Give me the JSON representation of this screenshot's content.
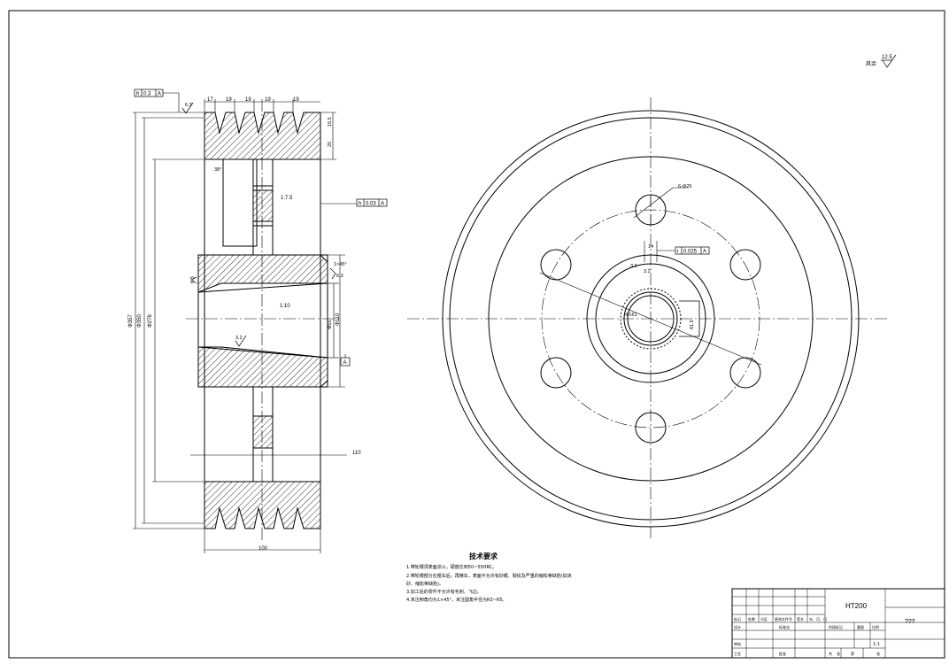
{
  "dimensions": {
    "d357": "Φ357",
    "d350": "Φ350",
    "d276": "Φ276",
    "d110": "Φ110",
    "d55": "Φ55",
    "w100": "100",
    "w110": "110",
    "pitch": [
      "17",
      "19",
      "19",
      "19",
      "19"
    ],
    "groove_depth": "15.5",
    "rim": "25",
    "angle": "38°",
    "taper_web": "1:7.5",
    "taper_bore": "1:10",
    "chamfer": "1×45°",
    "holes": "6-Φ25",
    "pcd": "Φ161",
    "keyway": "61.5",
    "keyway_width": "14"
  },
  "tolerances": {
    "runout_top": [
      "h",
      "0.3",
      "A"
    ],
    "runout_mid": [
      "h",
      "0.03",
      "A"
    ],
    "runout_right": [
      "i",
      "0.025",
      "A"
    ],
    "datum": "A"
  },
  "roughness": {
    "r63": "6.3",
    "r32": "3.2",
    "r125": "12.5",
    "other_label": "其余"
  },
  "tech": {
    "title": "技术要求",
    "items": [
      "1.带轮槽须表面淬火，硬度达到50~55HRC。",
      "2.带轮槽部分在粗车后，再精车，表面不允许有砂眼、裂纹及严重的缩松等缺陷(如夹",
      "砂、缩松等缺陷)。",
      "3.加工后的零件不允许有毛刺、飞边。",
      "4.未注倒角均为1×45°，未注圆角半径为R3~R5。"
    ]
  },
  "title_block": {
    "material": "HT200",
    "name": "???",
    "scale": "1:1",
    "headers": [
      "标记",
      "处数",
      "分区",
      "更改文件号",
      "签名",
      "年、月、日"
    ],
    "row_labels": [
      "设计",
      "审核",
      "工艺"
    ],
    "std": "标准化",
    "approve": "批准",
    "stage": "阶段标记",
    "weight": "重量",
    "ratio": "比例",
    "sheets": "共",
    "sheet": "张",
    "of": "第"
  }
}
